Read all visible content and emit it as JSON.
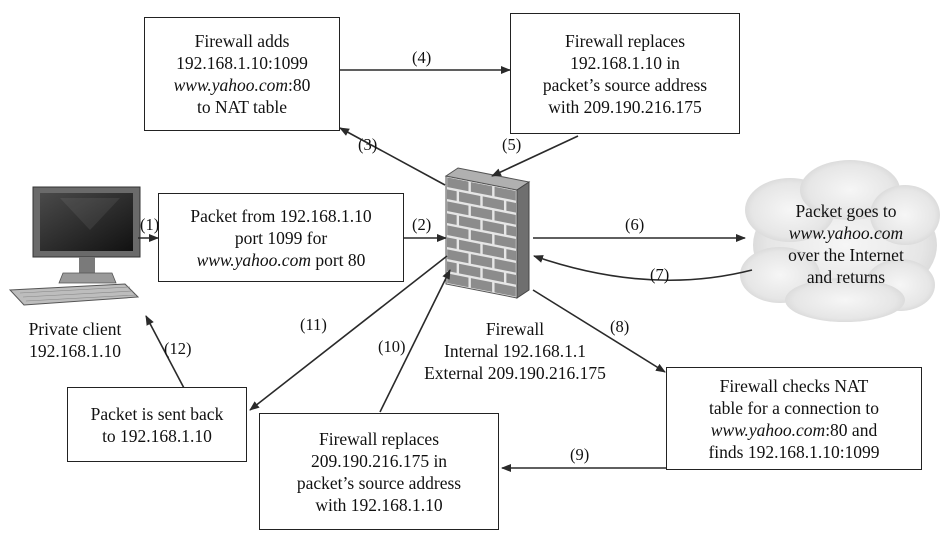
{
  "boxes": {
    "nat_add": {
      "lines": [
        [
          {
            "t": "Firewall adds",
            "i": false
          }
        ],
        [
          {
            "t": "192.168.1.10:1099",
            "i": false
          }
        ],
        [
          {
            "t": "www.yahoo.com",
            "i": true
          },
          {
            "t": ":80",
            "i": false
          }
        ],
        [
          {
            "t": "to NAT table",
            "i": false
          }
        ]
      ]
    },
    "replace_src": {
      "lines": [
        [
          {
            "t": "Firewall replaces",
            "i": false
          }
        ],
        [
          {
            "t": "192.168.1.10 in",
            "i": false
          }
        ],
        [
          {
            "t": "packet’s source address",
            "i": false
          }
        ],
        [
          {
            "t": "with 209.190.216.175",
            "i": false
          }
        ]
      ]
    },
    "packet_from": {
      "lines": [
        [
          {
            "t": "Packet from 192.168.1.10",
            "i": false
          }
        ],
        [
          {
            "t": "port 1099 for",
            "i": false
          }
        ],
        [
          {
            "t": "www.yahoo.com",
            "i": true
          },
          {
            "t": " port 80",
            "i": false
          }
        ]
      ]
    },
    "checks_nat": {
      "lines": [
        [
          {
            "t": "Firewall checks NAT",
            "i": false
          }
        ],
        [
          {
            "t": "table for a connection to",
            "i": false
          }
        ],
        [
          {
            "t": "www.yahoo.com",
            "i": true
          },
          {
            "t": ":80 and",
            "i": false
          }
        ],
        [
          {
            "t": "finds 192.168.1.10:1099",
            "i": false
          }
        ]
      ]
    },
    "replace_back": {
      "lines": [
        [
          {
            "t": "Firewall replaces",
            "i": false
          }
        ],
        [
          {
            "t": "209.190.216.175 in",
            "i": false
          }
        ],
        [
          {
            "t": "packet’s source address",
            "i": false
          }
        ],
        [
          {
            "t": "with 192.168.1.10",
            "i": false
          }
        ]
      ]
    },
    "sent_back": {
      "lines": [
        [
          {
            "t": "Packet is sent back",
            "i": false
          }
        ],
        [
          {
            "t": "to 192.168.1.10",
            "i": false
          }
        ]
      ]
    }
  },
  "cloud": {
    "lines": [
      [
        {
          "t": "Packet goes to",
          "i": false
        }
      ],
      [
        {
          "t": "www.yahoo.com",
          "i": true
        }
      ],
      [
        {
          "t": "over the Internet",
          "i": false
        }
      ],
      [
        {
          "t": "and returns",
          "i": false
        }
      ]
    ]
  },
  "client": {
    "name": "Private client",
    "ip": "192.168.1.10"
  },
  "firewall": {
    "title": "Firewall",
    "internal": "Internal 192.168.1.1",
    "external": "External 209.190.216.175"
  },
  "steps": {
    "s1": "(1)",
    "s2": "(2)",
    "s3": "(3)",
    "s4": "(4)",
    "s5": "(5)",
    "s6": "(6)",
    "s7": "(7)",
    "s8": "(8)",
    "s9": "(9)",
    "s10": "(10)",
    "s11": "(11)",
    "s12": "(12)"
  },
  "colors": {
    "line": "#2a2a2a",
    "brick": "#8c8c8c",
    "mortar": "#e6e6e6",
    "cloud": "#e3e3e3"
  }
}
